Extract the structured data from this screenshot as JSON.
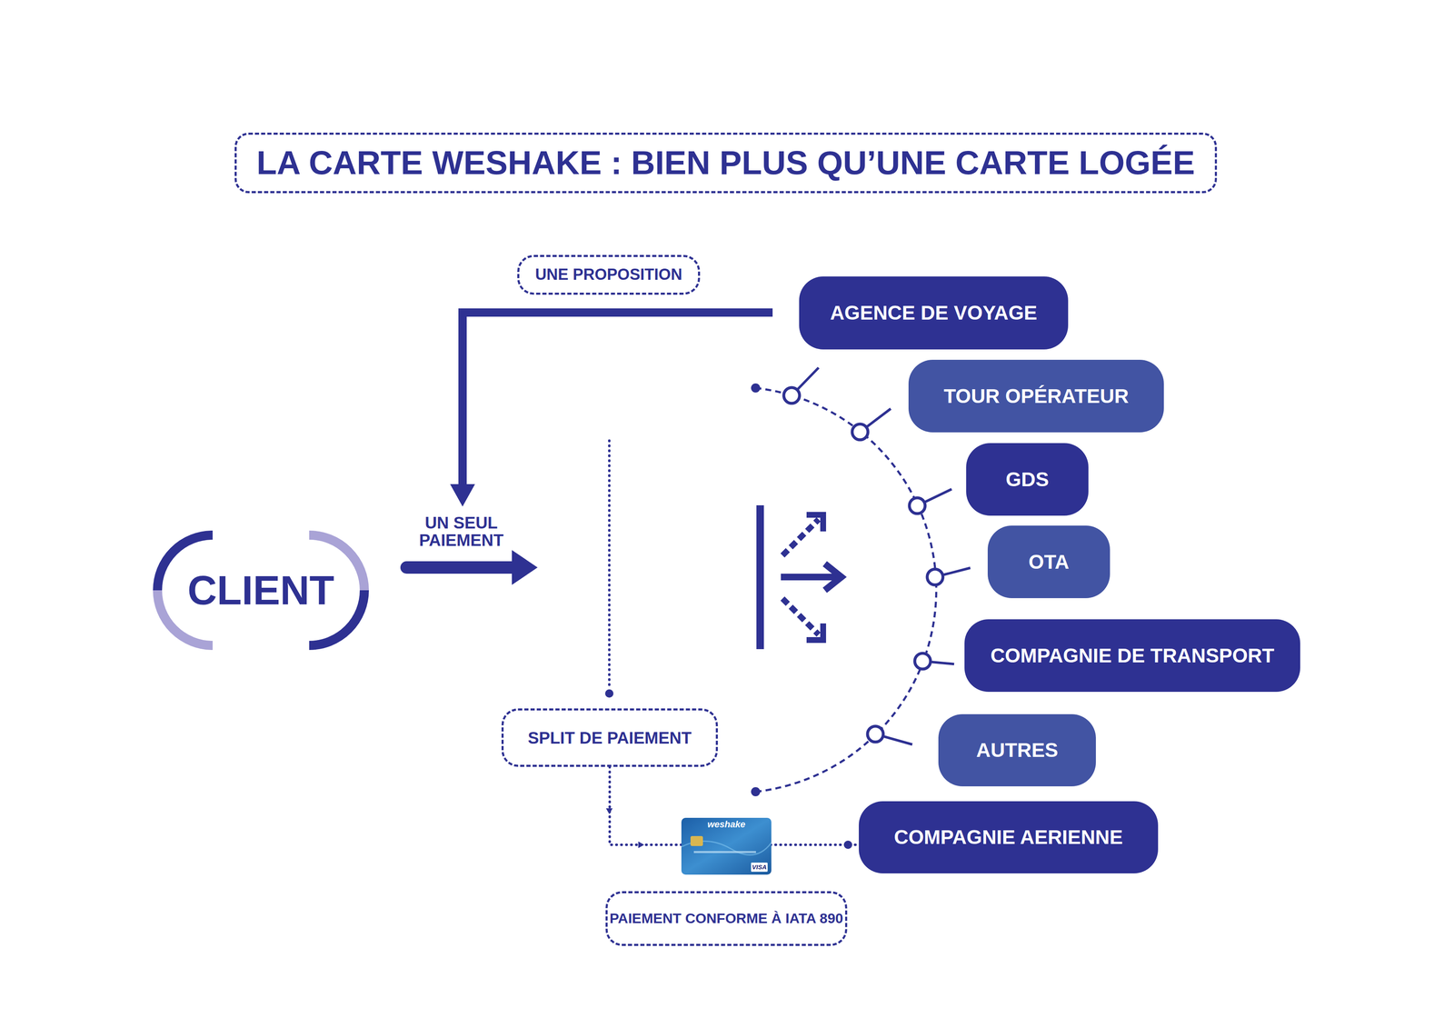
{
  "diagram": {
    "title": "LA CARTE WESHAKE : BIEN PLUS QU’UNE CARTE LOGÉE",
    "nodes": [
      {
        "text": [
          "UNE PROPOSITION"
        ]
      },
      {
        "text": [
          "AGENCE DE VOYAGE"
        ]
      },
      {
        "text": [
          "TOUR OPÉRATEUR"
        ]
      },
      {
        "text": [
          "GDS"
        ]
      },
      {
        "text": [
          "CLIENT"
        ]
      },
      {
        "text": [
          "OTA"
        ]
      },
      {
        "text": [
          "COMPAGNIE DE TRANSPORT"
        ]
      },
      {
        "text": [
          "SPLIT DE PAIEMENT"
        ]
      },
      {
        "text": [
          "AUTRES"
        ]
      },
      {
        "text": [
          "COMPAGNIE AERIENNE"
        ]
      },
      {
        "text": [
          "PAIEMENT CONFORME À IATA 890"
        ]
      }
    ],
    "edges": [
      {
        "from": 7,
        "to": 9,
        "arrow": "none"
      }
    ],
    "labels": [
      "UN SEUL PAIEMENT",
      "weshake",
      "VISA"
    ]
  }
}
